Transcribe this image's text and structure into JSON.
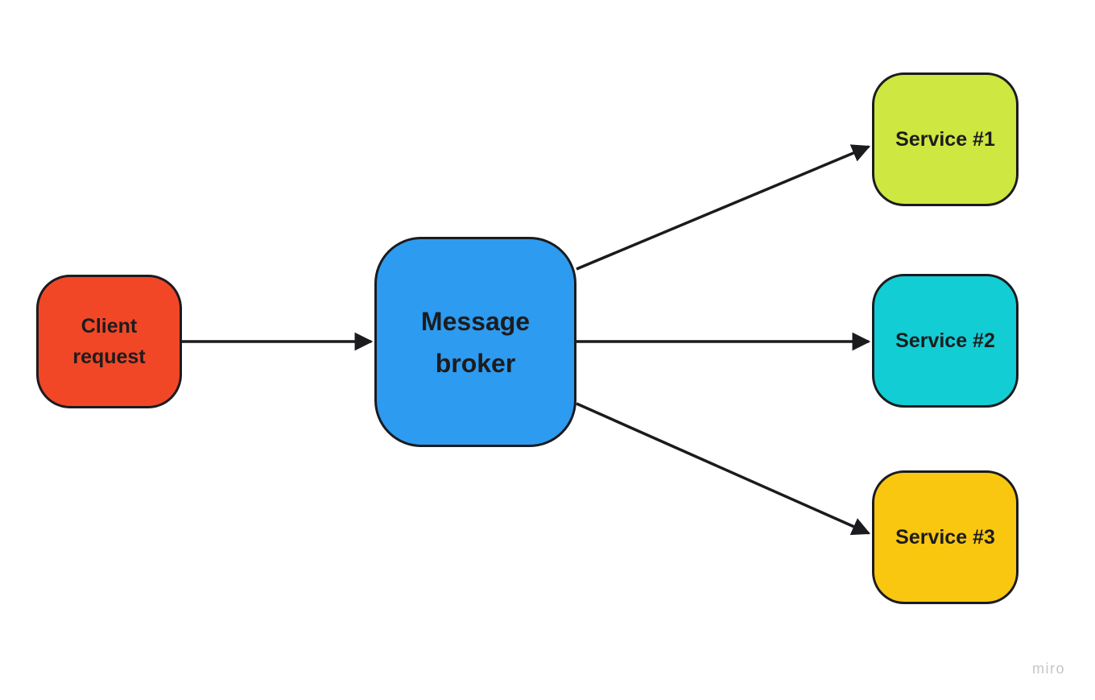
{
  "canvas": {
    "background": "#ffffff",
    "watermark": "miro"
  },
  "diagram": {
    "type": "flow",
    "nodes": [
      {
        "id": "client-request",
        "label": "Client request",
        "fill": "#F24726",
        "text_color": "#1c1c1e"
      },
      {
        "id": "message-broker",
        "label": "Message broker",
        "fill": "#2D9BF0",
        "text_color": "#1c1c1e"
      },
      {
        "id": "service-1",
        "label": "Service #1",
        "fill": "#CEE741",
        "text_color": "#1c1c1e"
      },
      {
        "id": "service-2",
        "label": "Service #2",
        "fill": "#12CDD4",
        "text_color": "#1c1c1e"
      },
      {
        "id": "service-3",
        "label": "Service #3",
        "fill": "#FAC710",
        "text_color": "#1c1c1e"
      }
    ],
    "edges": [
      {
        "from": "client-request",
        "to": "message-broker"
      },
      {
        "from": "message-broker",
        "to": "service-1"
      },
      {
        "from": "message-broker",
        "to": "service-2"
      },
      {
        "from": "message-broker",
        "to": "service-3"
      }
    ],
    "edge_style": {
      "color": "#1b1b1f",
      "width": 3.5,
      "arrowhead": "filled-triangle"
    }
  }
}
